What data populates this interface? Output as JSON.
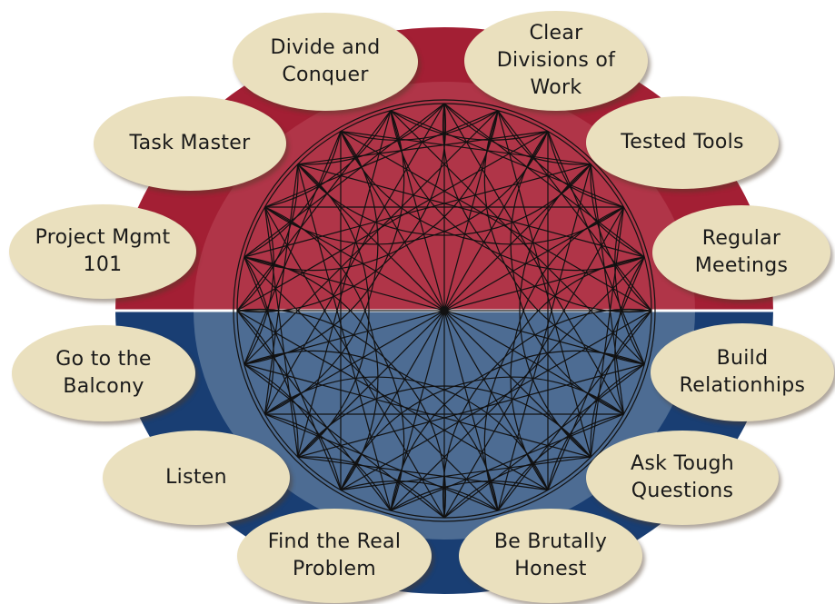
{
  "colors": {
    "top_half": "#a31f34",
    "top_inner": "#b03548",
    "bottom_half": "#193e73",
    "bottom_inner": "#4d6c93",
    "bubble": "#eae0be",
    "lines": "#111111"
  },
  "labels": {
    "divide": "Divide and\nConquer",
    "clear": "Clear\nDivisions of\nWork",
    "task": "Task Master",
    "tested": "Tested Tools",
    "project": "Project Mgmt\n101",
    "regular": "Regular\nMeetings",
    "balcony": "Go to the\nBalcony",
    "build": "Build\nRelationhips",
    "listen": "Listen",
    "ask": "Ask Tough\nQuestions",
    "find": "Find the Real\nProblem",
    "honest": "Be Brutally\nHonest"
  }
}
